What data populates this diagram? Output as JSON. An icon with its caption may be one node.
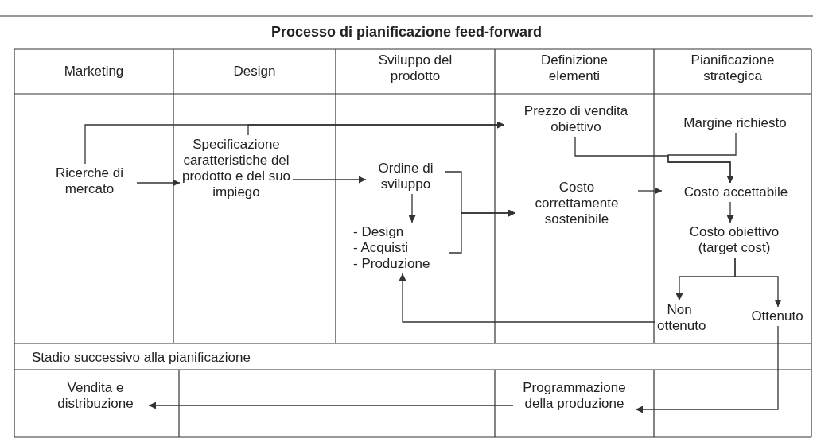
{
  "diagram": {
    "title": "Processo di pianificazione feed-forward",
    "nodes": [
      {
        "text": [
          "Ricerche di mercato"
        ]
      },
      {
        "text": [
          "Specificazione caratteristiche del prodotto e del suo impiego"
        ]
      },
      {
        "text": [
          "Ordine di sviluppo"
        ]
      },
      {
        "text": [
          "- Design",
          "- Acquisti",
          "- Produzione"
        ]
      },
      {
        "text": [
          "Prezzo di vendita obiettivo"
        ]
      },
      {
        "text": [
          "Margine richiesto"
        ]
      },
      {
        "text": [
          "Costo correttamente sostenibile"
        ]
      },
      {
        "text": [
          "Costo accettabile"
        ]
      },
      {
        "text": [
          "Costo obiettivo (target cost)"
        ]
      },
      {
        "text": [
          "Non ottenuto"
        ]
      },
      {
        "text": [
          "Ottenuto"
        ]
      },
      {
        "text": [
          "Programmazione della produzione"
        ]
      },
      {
        "text": [
          "Vendita e distribuzione"
        ]
      }
    ],
    "edges": [
      {
        "from": 0,
        "to": 4,
        "arrow": "to"
      },
      {
        "from": 1,
        "to": 4,
        "arrow": "to"
      },
      {
        "from": 0,
        "to": 1,
        "arrow": "to"
      },
      {
        "from": 1,
        "to": 2,
        "arrow": "to"
      },
      {
        "from": 2,
        "to": 3,
        "arrow": "to"
      },
      {
        "from": 2,
        "to": 6,
        "arrow": "to"
      },
      {
        "from": 3,
        "to": 6,
        "arrow": "to"
      },
      {
        "from": 4,
        "to": 7,
        "arrow": "to"
      },
      {
        "from": 5,
        "to": 7,
        "arrow": "to"
      },
      {
        "from": 6,
        "to": 7,
        "arrow": "to"
      },
      {
        "from": 7,
        "to": 8,
        "arrow": "to"
      },
      {
        "from": 8,
        "to": 9,
        "arrow": "to"
      },
      {
        "from": 8,
        "to": 10,
        "arrow": "to"
      },
      {
        "from": 9,
        "to": 3,
        "arrow": "to"
      },
      {
        "from": 10,
        "to": 11,
        "arrow": "to"
      },
      {
        "from": 11,
        "to": 12,
        "arrow": "to"
      }
    ],
    "labels": [
      "Marketing",
      "Design",
      "Sviluppo del prodotto",
      "Definizione elementi",
      "Pianificazione strategica",
      "Stadio successivo alla pianificazione"
    ]
  }
}
